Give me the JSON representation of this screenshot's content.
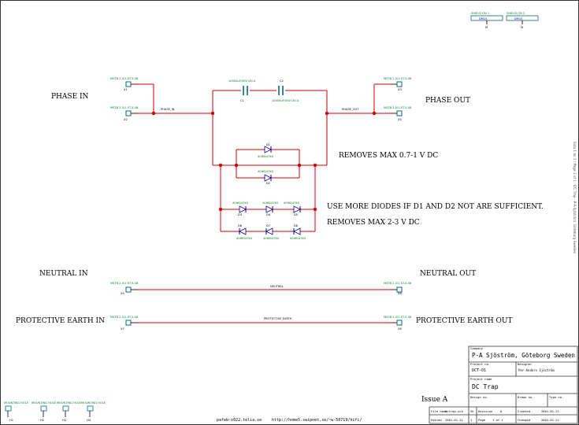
{
  "notes": {
    "phase_in": "PHASE IN",
    "phase_out": "PHASE OUT",
    "removes_1": "REMOVES MAX 0.7-1 V DC",
    "use_more": "USE MORE DIODES IF D1 AND D2 NOT ARE SUFFICIENT.",
    "removes_2": "REMOVES MAX 2-3 V DC",
    "neutral_in": "NEUTRAL IN",
    "neutral_out": "NEUTRAL OUT",
    "pe_in": "PROTECTIVE EARTH IN",
    "pe_out": "PROTECTIVE EARTH OUT",
    "issue": "Issue A"
  },
  "nets": {
    "phase_in": "PHASE_IN",
    "phase_out": "PHASE_OUT",
    "neutral": "NEUTRAL",
    "protective_earth": "PROTECTIVE EARTH"
  },
  "components": {
    "c1": {
      "ref": "C1",
      "value": "10000uF/50V LEC4"
    },
    "c2": {
      "ref": "C2",
      "value": "10000uF/50V LEC4"
    },
    "d1": {
      "ref": "D1",
      "value": "40HB/47K0"
    },
    "d2": {
      "ref": "D2",
      "value": "40HB/47K0"
    },
    "d3": {
      "ref": "D3",
      "value": "40HB/47K0"
    },
    "d4": {
      "ref": "D4",
      "value": "40HB/47K0"
    },
    "d5": {
      "ref": "D5",
      "value": "40HB/47K0"
    },
    "d6": {
      "ref": "D6",
      "value": "40HB/47K0"
    },
    "d7": {
      "ref": "D7",
      "value": "40HB/47K0"
    },
    "d8": {
      "ref": "D8",
      "value": "40HB/47K0"
    }
  },
  "connectors": {
    "x1": {
      "ref": "X1",
      "value": "MSTB 2.5/1-ST-5.08"
    },
    "x2": {
      "ref": "X2",
      "value": "MSTB 2.5/1-ST-5.08"
    },
    "x3": {
      "ref": "X3",
      "value": "MSTB 2.5/1-ST-5.08"
    },
    "x4": {
      "ref": "X4",
      "value": "MSTB 2.5/1-ST-5.08"
    },
    "x5": {
      "ref": "X5",
      "value": "MSTB 2.5/1-ST-5.08"
    },
    "x6": {
      "ref": "X6",
      "value": "MSTB 2.5/1-ST-5.08"
    },
    "x7": {
      "ref": "X7",
      "value": "MSTB 2.5/1-ST-5.08"
    },
    "x8": {
      "ref": "X8",
      "value": "MSTB 2.5/1-ST-5.08"
    }
  },
  "top_parts": {
    "p1": {
      "value": "SHIELD ON 1",
      "label": "DM1S",
      "ref": "M"
    },
    "p2": {
      "value": "SHIELD ON 2",
      "label": "DM1S",
      "ref": "M"
    }
  },
  "mount_holes": [
    {
      "value": "MOUNTING HOLE",
      "ref": "H1"
    },
    {
      "value": "MOUNTING HOLE",
      "ref": "H2"
    },
    {
      "value": "MOUNTING HOLE",
      "ref": "H3"
    },
    {
      "value": "MOUNTING HOLE",
      "ref": "H4"
    }
  ],
  "side_text": "Sida 1 av 1 / Page 1 of 1 - DC Trap - P-A Sjöström, Göteborg Sweden",
  "footer": {
    "email": "pafeb-x022.telia.se",
    "url": "http://home5.swipnet.se/~w-50719/hifi/"
  },
  "title_block": {
    "company_label": "Company",
    "company": "P-A Sjöström, Göteborg Sweden",
    "project_no_label": "Project no.",
    "project_no": "DCT-01",
    "designer_label": "Designer",
    "designer": "Per-Anders Sjöström",
    "project_name_label": "Project name",
    "project_name": "DC Trap",
    "design_label": "Design no.",
    "design": "",
    "drawn_label": "Drawn no.",
    "drawn": "",
    "type_label": "Type no.",
    "type": "",
    "file_label": "File name",
    "file": "dctrap.sch",
    "sheet_label": "Sh",
    "sheet": "1",
    "revision_label": "Revision",
    "revision": "0",
    "created_label": "Created",
    "created": "2001-01-21",
    "edited_label": "Edited",
    "edited": "2001-01-21",
    "page_label": "Page",
    "page": "1 of 1",
    "changed_label": "Changed",
    "changed": "2001-01-21"
  }
}
